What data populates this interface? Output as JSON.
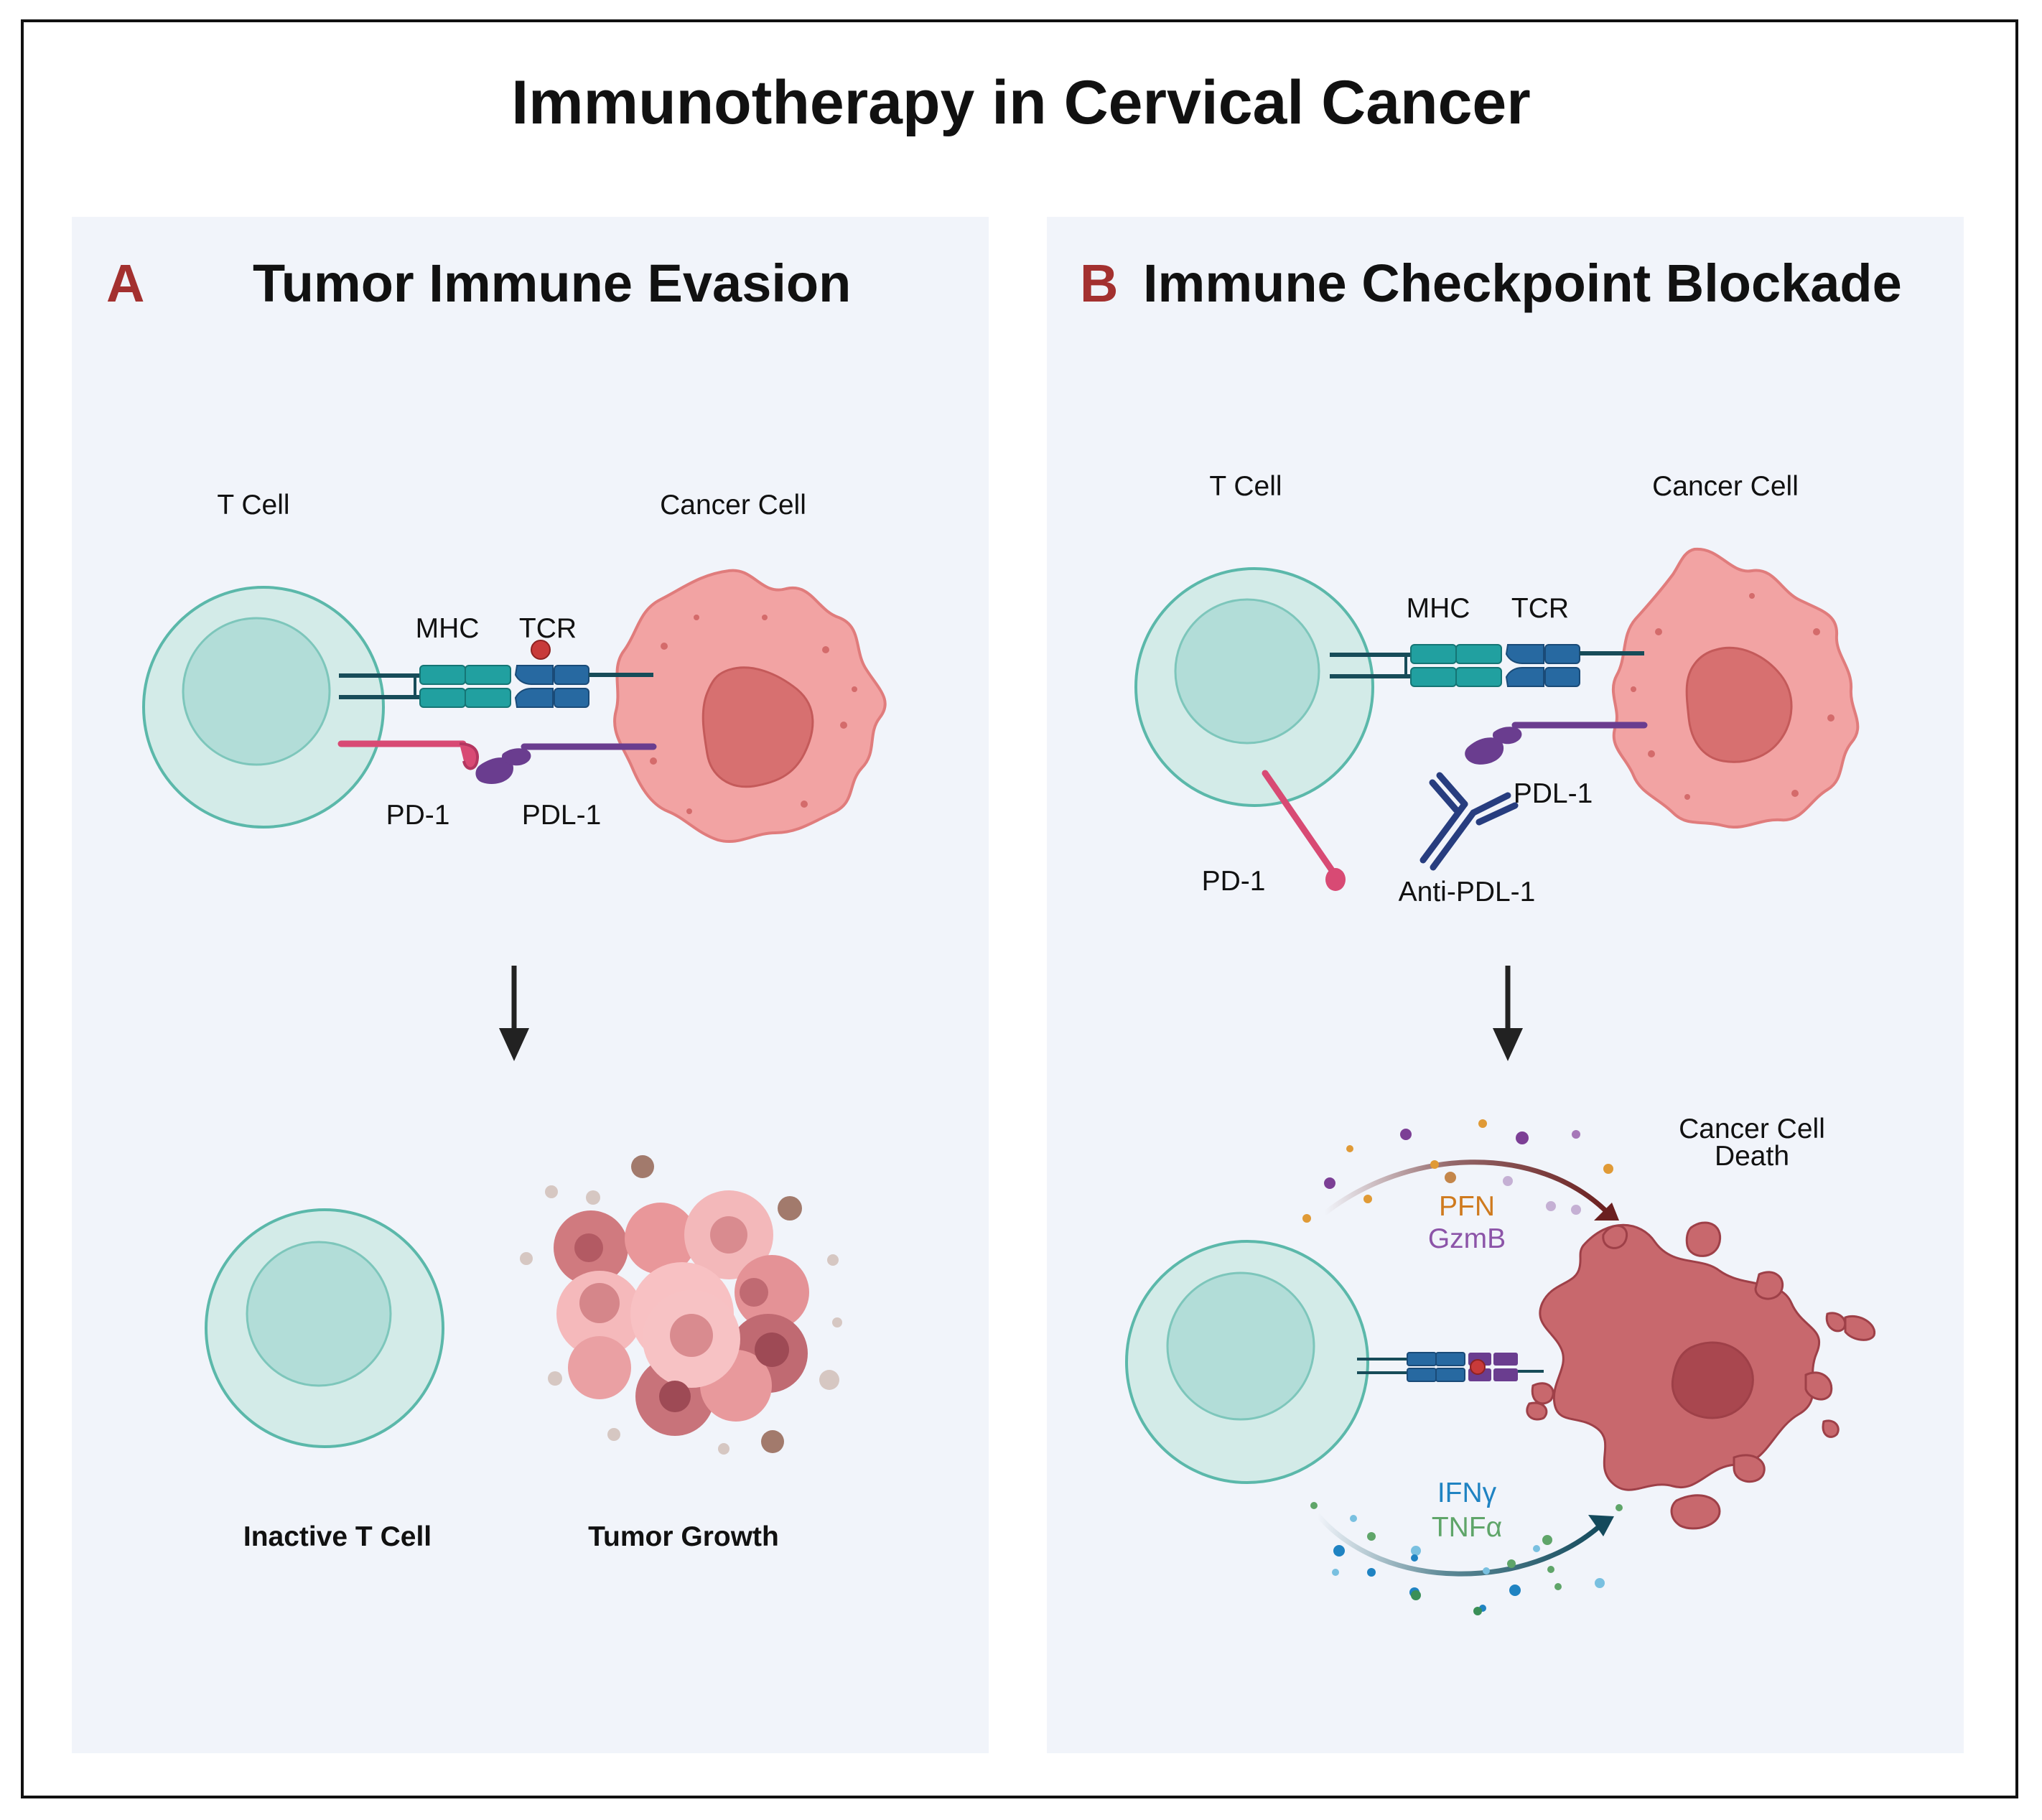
{
  "title": "Immunotherapy in Cervical Cancer",
  "panel_a": {
    "letter": "A",
    "heading": "Tumor Immune Evasion",
    "t_cell_label": "T Cell",
    "cancer_cell_label": "Cancer Cell",
    "mhc_label": "MHC",
    "tcr_label": "TCR",
    "pd1_label": "PD-1",
    "pdl1_label": "PDL-1",
    "inactive_label": "Inactive T Cell",
    "tumor_growth_label": "Tumor Growth"
  },
  "panel_b": {
    "letter": "B",
    "heading": "Immune Checkpoint Blockade",
    "t_cell_label": "T Cell",
    "cancer_cell_label": "Cancer Cell",
    "mhc_label": "MHC",
    "tcr_label": "TCR",
    "pd1_label": "PD-1",
    "pdl1_label": "PDL-1",
    "antibody_label": "Anti-PDL-1",
    "death_label_line1": "Cancer Cell",
    "death_label_line2": "Death",
    "pfn_label": "PFN",
    "gzmb_label": "GzmB",
    "ifng_label": "IFNγ",
    "tnfa_label": "TNFα"
  },
  "colors": {
    "panel_bg": "#f1f4fa",
    "letter_red": "#a3302f",
    "t_cell_outer": "#d3ebe8",
    "t_cell_nucleus": "#b2ddd8",
    "t_cell_stroke": "#5bb8aa",
    "cancer_body": "#f2a3a3",
    "cancer_nucleus": "#d77070",
    "mhc_teal": "#21a0a0",
    "tcr_blue": "#2769a1",
    "pd1_pink": "#d84a74",
    "pdl1_purple": "#6a3d8f",
    "antibody_navy": "#273d7f",
    "pfn_orange": "#cf7a1e",
    "gzmb_purple": "#8c54a8",
    "ifng_blue": "#1f83c2",
    "tnfa_green": "#5fa569"
  }
}
